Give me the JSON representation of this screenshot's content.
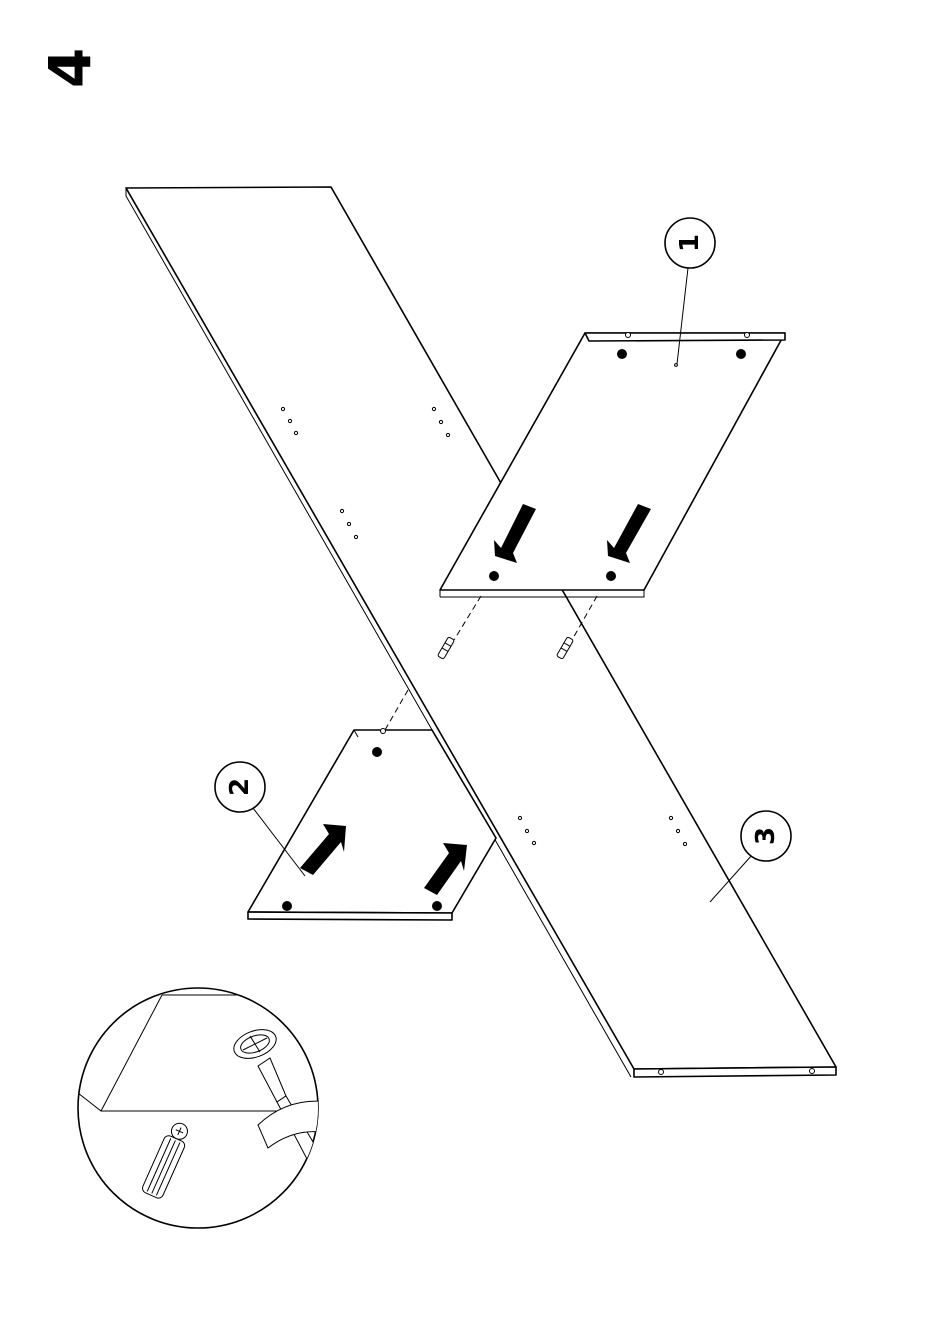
{
  "step": {
    "number": "4"
  },
  "callouts": [
    {
      "id": "part-1",
      "label": "1"
    },
    {
      "id": "part-2",
      "label": "2"
    },
    {
      "id": "part-3",
      "label": "3"
    }
  ],
  "colors": {
    "line": "#000000",
    "background": "#ffffff"
  },
  "icons": [
    "arrow-icon",
    "cam-screw-icon",
    "dowel-icon",
    "screwdriver-icon",
    "rotation-arrow-icon"
  ]
}
